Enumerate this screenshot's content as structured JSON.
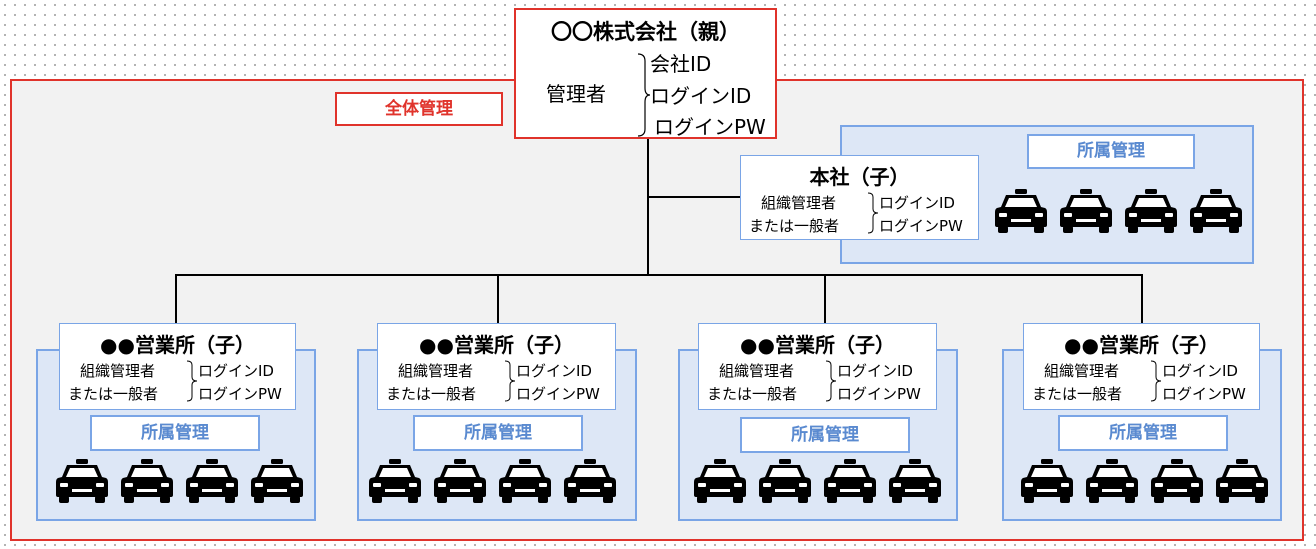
{
  "overall_label": "全体管理",
  "parent": {
    "title": "〇〇株式会社（親）",
    "role": "管理者",
    "items": [
      "会社ID",
      "ログインID",
      "ログインPW"
    ]
  },
  "head_office": {
    "title": "本社（子）",
    "role1": "組織管理者",
    "role2": "または一般者",
    "item1": "ログインID",
    "item2": "ログインPW",
    "group_label": "所属管理"
  },
  "branches": [
    {
      "title": "●●営業所（子）",
      "role1": "組織管理者",
      "role2": "または一般者",
      "item1": "ログインID",
      "item2": "ログインPW",
      "group_label": "所属管理"
    },
    {
      "title": "●●営業所（子）",
      "role1": "組織管理者",
      "role2": "または一般者",
      "item1": "ログインID",
      "item2": "ログインPW",
      "group_label": "所属管理"
    },
    {
      "title": "●●営業所（子）",
      "role1": "組織管理者",
      "role2": "または一般者",
      "item1": "ログインID",
      "item2": "ログインPW",
      "group_label": "所属管理"
    },
    {
      "title": "●●営業所（子）",
      "role1": "組織管理者",
      "role2": "または一般者",
      "item1": "ログインID",
      "item2": "ログインPW",
      "group_label": "所属管理"
    }
  ],
  "taxi_icon": "taxi-icon",
  "colors": {
    "red": "#e0332b",
    "blue_border": "#7aa5e6",
    "blue_fill": "#dde7f6",
    "blue_text": "#5a8ad0"
  }
}
